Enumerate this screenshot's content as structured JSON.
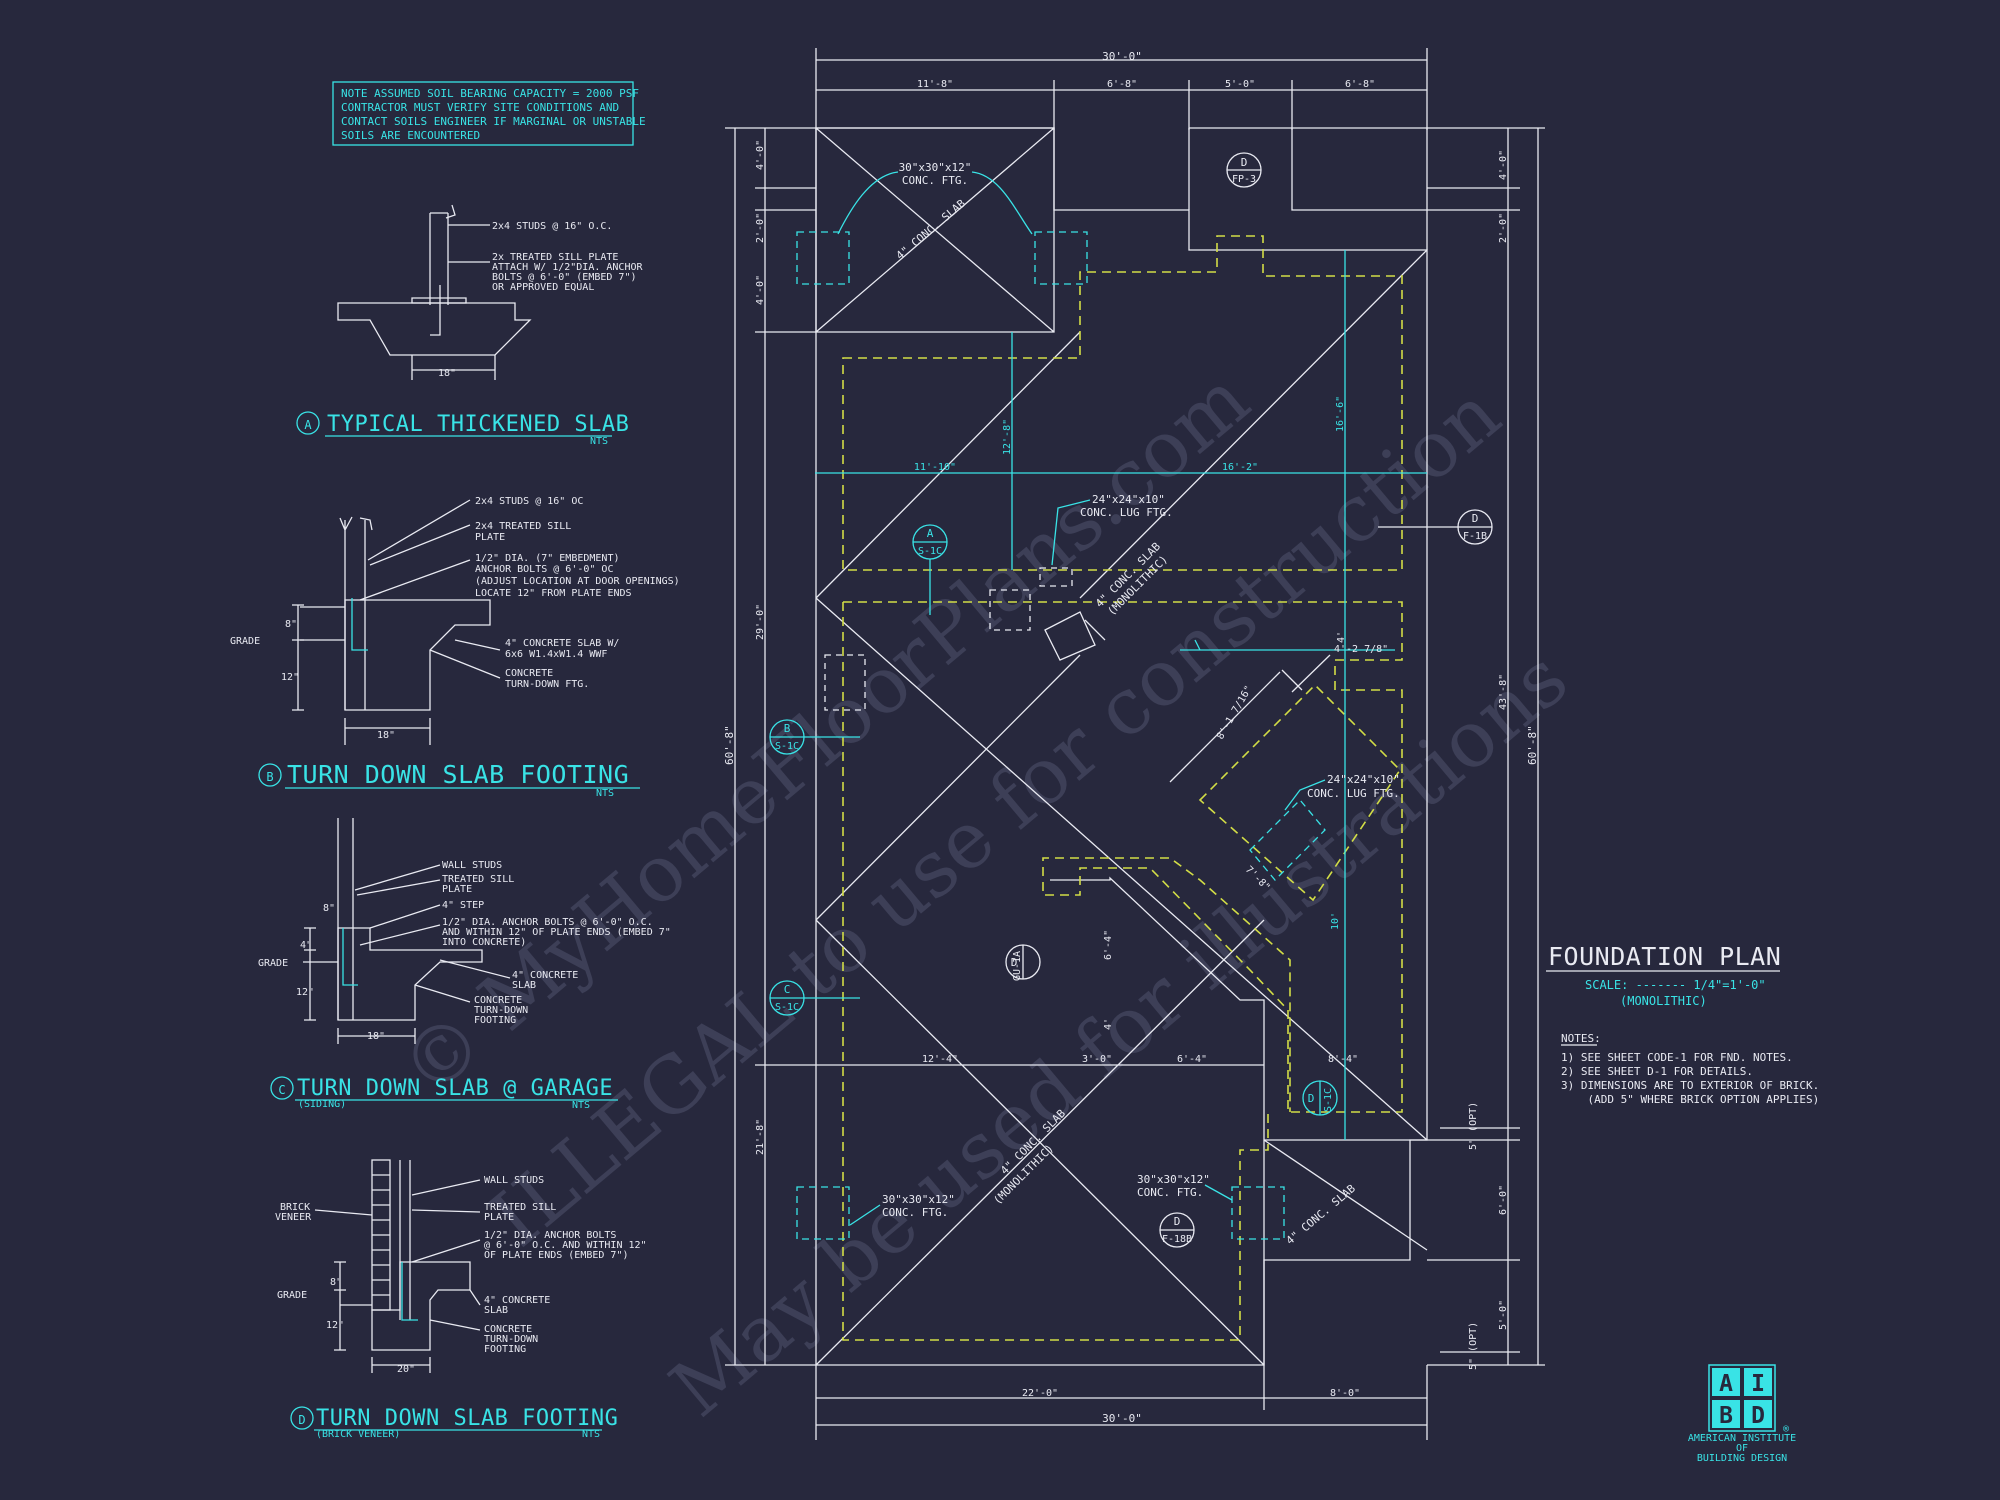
{
  "watermark": {
    "line1": "© MyHomeFloorPlans.com",
    "line2": "ILLEGAL to use for construction",
    "line3": "May be used for illustrations"
  },
  "note_box": {
    "lines": [
      "NOTE ASSUMED SOIL BEARING CAPACITY = 2000 PSF",
      "CONTRACTOR MUST VERIFY SITE CONDITIONS AND",
      "CONTACT SOILS ENGINEER IF MARGINAL OR UNSTABLE",
      "SOILS ARE ENCOUNTERED"
    ]
  },
  "details": {
    "a": {
      "letter": "A",
      "title": "TYPICAL THICKENED SLAB",
      "scale": "NTS",
      "notes": [
        "2x4 STUDS @ 16\" O.C.",
        "2x TREATED SILL PLATE",
        "ATTACH W/ 1/2\"DIA. ANCHOR",
        "BOLTS @ 6'-0\" (EMBED 7\")",
        "OR APPROVED EQUAL"
      ],
      "width": "18\""
    },
    "b": {
      "letter": "B",
      "title": "TURN DOWN SLAB FOOTING",
      "scale": "NTS",
      "notes": [
        "2x4 STUDS @ 16\" OC",
        "2x4 TREATED SILL",
        "PLATE",
        "1/2\" DIA. (7\" EMBEDMENT)",
        "ANCHOR BOLTS @ 6'-0\" OC",
        "(ADJUST LOCATION AT DOOR OPENINGS)",
        "LOCATE 12\" FROM PLATE ENDS",
        "4\" CONCRETE SLAB W/",
        "6x6 W1.4xW1.4 WWF",
        "CONCRETE",
        "TURN-DOWN FTG."
      ],
      "grade": "GRADE",
      "dim_8": "8\"",
      "dim_12": "12\"",
      "width": "18\""
    },
    "c": {
      "letter": "C",
      "title": "TURN DOWN SLAB @ GARAGE",
      "subtitle": "(SIDING)",
      "scale": "NTS",
      "notes": [
        "WALL STUDS",
        "TREATED SILL",
        "PLATE",
        "4\" STEP",
        "1/2\" DIA. ANCHOR BOLTS @ 6'-0\" O.C.",
        "AND WITHIN 12\" OF PLATE ENDS (EMBED 7\"",
        "INTO CONCRETE)",
        "4\" CONCRETE",
        "SLAB",
        "CONCRETE",
        "TURN-DOWN",
        "FOOTING"
      ],
      "grade": "GRADE",
      "dim_8": "8\"",
      "dim_4": "4\"",
      "dim_12": "12\"",
      "width": "18\""
    },
    "d": {
      "letter": "D",
      "title": "TURN DOWN SLAB FOOTING",
      "subtitle": "(BRICK VENEER)",
      "scale": "NTS",
      "notes": [
        "WALL STUDS",
        "TREATED SILL",
        "PLATE",
        "1/2\" DIA. ANCHOR BOLTS",
        "@ 6'-0\" O.C. AND WITHIN 12\"",
        "OF PLATE ENDS (EMBED 7\")",
        "4\" CONCRETE",
        "SLAB",
        "CONCRETE",
        "TURN-DOWN",
        "FOOTING"
      ],
      "brick": [
        "BRICK",
        "VENEER"
      ],
      "grade": "GRADE",
      "dim_8": "8\"",
      "dim_12": "12\"",
      "width": "20\""
    }
  },
  "plan": {
    "dims_top": {
      "overall": "30'-0\"",
      "d1": "11'-8\"",
      "d2": "6'-8\"",
      "d3": "5'-0\"",
      "d4": "6'-8\""
    },
    "dims_bottom": {
      "overall": "30'-0\"",
      "d1": "22'-0\"",
      "d2": "8'-0\""
    },
    "dims_left": {
      "overall": "60'-8\"",
      "d1": "4'-0\"",
      "d2": "2'-0\"",
      "d3": "4'-0\"",
      "d4": "29'-0\"",
      "d5": "21'-8\""
    },
    "dims_right": {
      "overall": "60'-8\"",
      "d1": "4'-0\"",
      "d2": "2'-0\"",
      "d3": "43'-8\"",
      "d4": "5\" (OPT)",
      "d5": "6'-0\"",
      "d6": "5'-0\"",
      "d7": "5\" (OPT)"
    },
    "inner_dims": {
      "a": "11'-10\"",
      "b": "12'-8\"",
      "c": "16'-2\"",
      "d": "16'-6\"",
      "e": "4'-2 7/8\"",
      "f": "4'",
      "g": "8'-1 7/16\"",
      "h": "7'-8\"",
      "i": "10'",
      "j": "6'-4\"",
      "k": "4'",
      "l": "12'-4\"",
      "m": "3'-0\"",
      "n": "6'-4\"",
      "o": "8'-4\""
    },
    "callouts": {
      "ftg1": [
        "30\"x30\"x12\"",
        "CONC. FTG."
      ],
      "ftg2": [
        "30\"x30\"x12\"",
        "CONC. FTG."
      ],
      "ftg3": [
        "30\"x30\"x12\"",
        "CONC. FTG."
      ],
      "lug1": [
        "24\"x24\"x10\"",
        "CONC. LUG FTG."
      ],
      "lug2": [
        "24\"x24\"x10\"",
        "CONC. LUG FTG."
      ],
      "slab1": "4\" CONC. SLAB",
      "slab2a": "4\" CONC. SLAB",
      "slab2b": "(MONOLITHIC)",
      "slab3a": "4\" CONC. SLAB",
      "slab3b": "(MONOLITHIC)",
      "slab4": "4\" CONC. SLAB"
    },
    "tags": {
      "fp3": {
        "top": "D",
        "bot": "FP-3"
      },
      "f1b": {
        "top": "D",
        "bot": "F-1B"
      },
      "a_s1c": {
        "top": "A",
        "bot": "S-1C"
      },
      "b_s1c": {
        "top": "B",
        "bot": "S-1C"
      },
      "c_s1c": {
        "top": "C",
        "bot": "S-1C"
      },
      "gu1a": {
        "top": "D",
        "bot": "GU-1A"
      },
      "d_s1c": {
        "top": "D",
        "bot": "S-1C"
      },
      "f18b": {
        "top": "D",
        "bot": "F-18B"
      }
    }
  },
  "title_block": {
    "title": "FOUNDATION PLAN",
    "scale": "SCALE: ------- 1/4\"=1'-0\"",
    "type": "(MONOLITHIC)",
    "notes_header": "NOTES:",
    "notes": [
      "1)  SEE SHEET CODE-1 FOR FND. NOTES.",
      "2)  SEE SHEET D-1 FOR DETAILS.",
      "3)  DIMENSIONS ARE TO EXTERIOR OF BRICK.",
      "    (ADD 5\" WHERE BRICK OPTION APPLIES)"
    ]
  },
  "logo": {
    "letters": [
      "A",
      "I",
      "B",
      "D"
    ],
    "line1": "AMERICAN INSTITUTE",
    "line2": "OF",
    "line3": "BUILDING DESIGN",
    "mark": "®"
  }
}
